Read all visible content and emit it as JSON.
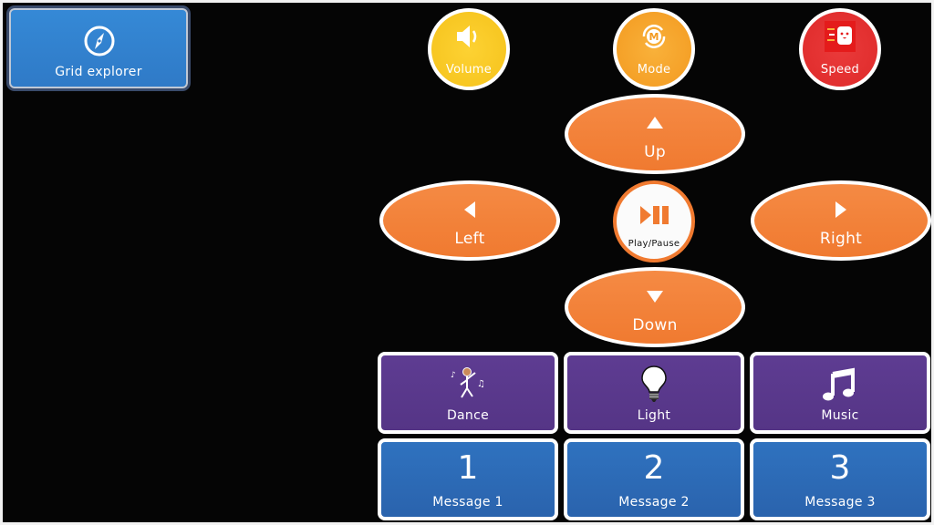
{
  "nav": {
    "grid_explorer": {
      "label": "Grid explorer",
      "icon": "compass-icon"
    }
  },
  "top_controls": [
    {
      "label": "Volume",
      "icon": "speaker-icon",
      "color": "#f5c21b"
    },
    {
      "label": "Mode",
      "icon": "mode-cycle-icon",
      "color": "#f39a20"
    },
    {
      "label": "Speed",
      "icon": "speed-icon",
      "color": "#de2a2a"
    }
  ],
  "direction_pad": {
    "up": {
      "label": "Up",
      "icon": "arrow-up-icon"
    },
    "left": {
      "label": "Left",
      "icon": "arrow-left-icon"
    },
    "play_pause": {
      "label": "Play/Pause",
      "icon": "play-pause-icon"
    },
    "right": {
      "label": "Right",
      "icon": "arrow-right-icon"
    },
    "down": {
      "label": "Down",
      "icon": "arrow-down-icon"
    },
    "color": "#f07a30"
  },
  "actions": [
    {
      "label": "Dance",
      "icon": "dancer-icon"
    },
    {
      "label": "Light",
      "icon": "lightbulb-icon"
    },
    {
      "label": "Music",
      "icon": "music-note-icon"
    }
  ],
  "messages": [
    {
      "number": "1",
      "label": "Message 1"
    },
    {
      "number": "2",
      "label": "Message 2"
    },
    {
      "number": "3",
      "label": "Message 3"
    }
  ],
  "colors": {
    "action_tiles": "#583889",
    "message_tiles": "#2d6ab6",
    "nav_button": "#3282cf"
  }
}
